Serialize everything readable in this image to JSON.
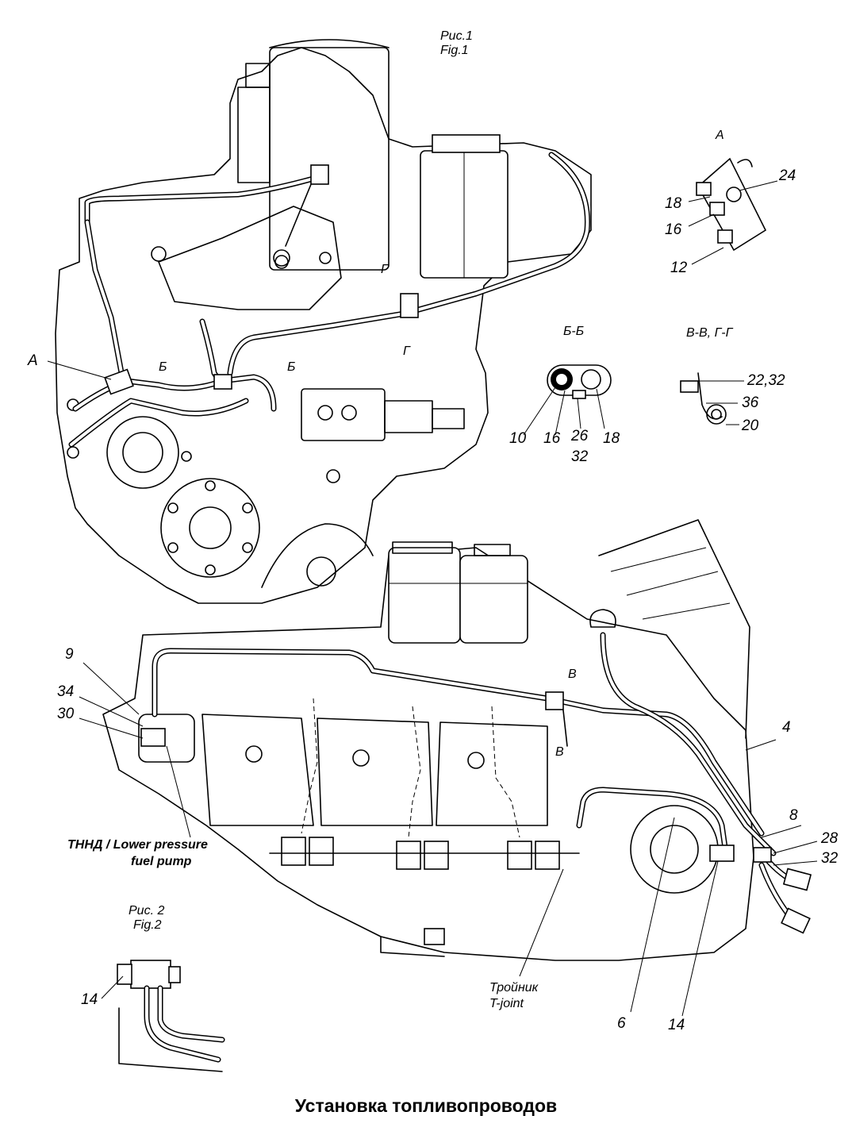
{
  "figures": {
    "fig1": {
      "caption_ru": "Рис.1",
      "caption_en": "Fig.1"
    },
    "fig2": {
      "caption_ru": "Рис. 2",
      "caption_en": "Fig.2"
    }
  },
  "sections": {
    "a": "А",
    "bb": "Б-Б",
    "vv_gg": "В-В, Г-Г"
  },
  "section_marks": {
    "a_arrow": "А",
    "b_left": "Б",
    "b_right": "Б",
    "g_top": "Г",
    "g_bottom": "Г",
    "v_top": "В",
    "v_bottom": "В"
  },
  "callouts": {
    "a_24": "24",
    "a_18": "18",
    "a_16": "16",
    "a_12": "12",
    "bb_10": "10",
    "bb_16": "16",
    "bb_26": "26",
    "bb_32": "32",
    "bb_18": "18",
    "vg_22_32": "22,32",
    "vg_36": "36",
    "vg_20": "20",
    "fig1_9": "9",
    "fig1_34": "34",
    "fig1_30": "30",
    "fig1_4": "4",
    "fig1_8": "8",
    "fig1_28": "28",
    "fig1_32": "32",
    "fig1_6": "6",
    "fig1_14": "14",
    "fig2_14": "14"
  },
  "notes": {
    "lp_pump_line1": "ТННД / Lower pressure",
    "lp_pump_line2": "fuel pump",
    "tee_ru": "Тройник",
    "tee_en": "T-joint"
  },
  "title": "Установка топливопроводов"
}
